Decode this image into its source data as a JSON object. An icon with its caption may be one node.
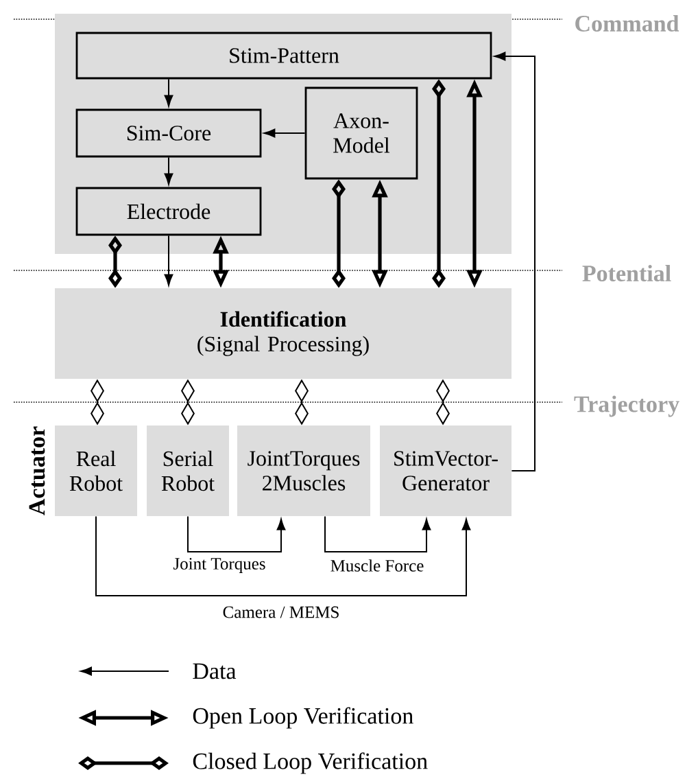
{
  "diagram": {
    "nodes": [
      {
        "text": [],
        "shape": "box"
      },
      {
        "text": [
          "Stim-Pattern"
        ],
        "in": 0
      },
      {
        "text": [
          "Sim-Core"
        ],
        "in": 0
      },
      {
        "text": [
          "Axon- Model"
        ],
        "in": 0
      },
      {
        "text": [
          "Electrode"
        ],
        "in": 0
      },
      {
        "text": [
          "Identification",
          "(Signal Processing)"
        ]
      },
      {
        "text": [
          "Real Robot"
        ]
      },
      {
        "text": [
          "Serial Robot"
        ]
      },
      {
        "text": [
          "JointTorques 2Muscles"
        ]
      },
      {
        "text": [
          "StimVector- Generator"
        ]
      }
    ],
    "edges": [
      {
        "from": 1,
        "to": 2,
        "arrow": "to"
      },
      {
        "from": 3,
        "to": 2,
        "arrow": "to"
      },
      {
        "from": 2,
        "to": 4,
        "arrow": "to"
      },
      {
        "from": 4,
        "to": 5,
        "arrow": "to"
      },
      {
        "from": 4,
        "to": 5,
        "arrow": "other",
        "style": "thick"
      },
      {
        "from": 4,
        "to": 5,
        "arrow": "both",
        "style": "thick"
      },
      {
        "from": 3,
        "to": 5,
        "arrow": "other",
        "style": "thick"
      },
      {
        "from": 3,
        "to": 5,
        "arrow": "both",
        "style": "thick"
      },
      {
        "from": 1,
        "to": 5,
        "arrow": "other",
        "style": "thick"
      },
      {
        "from": 1,
        "to": 5,
        "arrow": "both",
        "style": "thick"
      },
      {
        "from": 5,
        "to": 6,
        "arrow": "other"
      },
      {
        "from": 5,
        "to": 7,
        "arrow": "other"
      },
      {
        "from": 5,
        "to": 8,
        "arrow": "other"
      },
      {
        "from": 5,
        "to": 9,
        "arrow": "other"
      },
      {
        "from": 7,
        "to": 8,
        "arrow": "to",
        "label": "Joint Torques"
      },
      {
        "from": 8,
        "to": 9,
        "arrow": "to",
        "label": "Muscle Force"
      },
      {
        "from": 6,
        "to": 9,
        "arrow": "to",
        "label": "Camera / MEMS"
      },
      {
        "from": 9,
        "to": 1,
        "arrow": "to"
      }
    ],
    "labels": [
      "Command",
      "Potential",
      "Trajectory",
      "Actuator"
    ],
    "legend": [
      {
        "text": "Data"
      },
      {
        "text": "Open Loop Verification"
      },
      {
        "text": "Closed Loop Verification"
      }
    ]
  }
}
